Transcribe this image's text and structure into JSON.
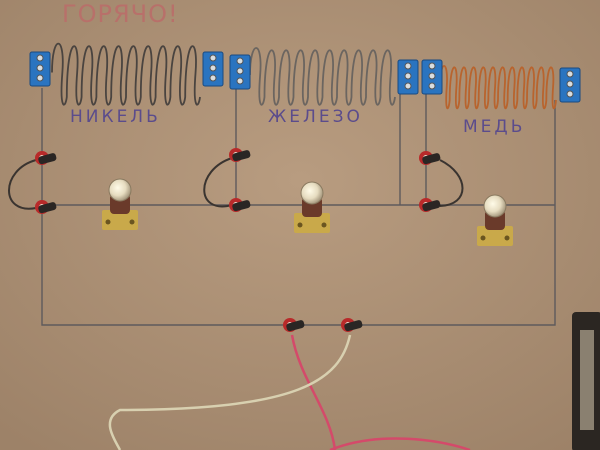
{
  "board": {
    "warning_text": "ГОРЯЧО!",
    "coils": [
      {
        "label": "НИКЕЛЬ",
        "material": "nickel",
        "color": "#4a4440"
      },
      {
        "label": "ЖЕЛЕЗО",
        "material": "iron",
        "color": "#6b6560"
      },
      {
        "label": "МЕДЬ",
        "material": "copper",
        "color": "#b8642e"
      }
    ],
    "colors": {
      "board": "#b19478",
      "terminal": "#2a74c0",
      "pen_line": "#5e5a5c",
      "label": "#5b4c8c",
      "brass": "#c9a94a"
    }
  }
}
